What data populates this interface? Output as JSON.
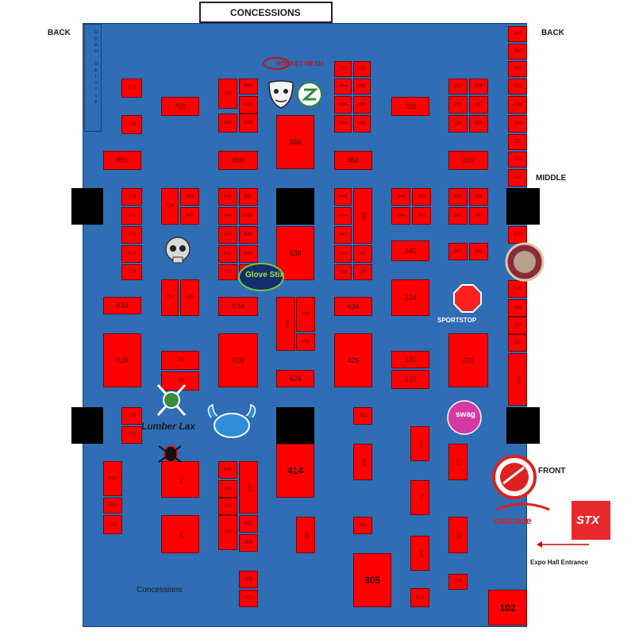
{
  "labels": {
    "concessions_top": "CONCESSIONS",
    "back_left": "BACK",
    "back_right": "BACK",
    "middle": "MIDDLE",
    "front": "FRONT",
    "entrance": "Expo Hall Entrance",
    "concessions_bottom": "Concessions",
    "service_strip": "Open Service"
  },
  "logos": {
    "rocket_mesh": "ROCKET MESH",
    "glove_stix": "Glove Stix",
    "sport_stop": "SPORTSTOP",
    "lumber_lax": "Lumber Lax",
    "cascade": "cascade",
    "stx": "STX",
    "swag": "swag"
  },
  "colors": {
    "floor": "#2f6db5",
    "booth": "#ff0000",
    "pillar": "#000000"
  },
  "booths": [
    {
      "id": "757",
      "n": "757"
    },
    {
      "id": "755",
      "n": "755"
    },
    {
      "id": "758",
      "n": "758"
    },
    {
      "id": "663",
      "n": "663"
    },
    {
      "id": "665",
      "n": "665"
    },
    {
      "id": "661",
      "n": "661"
    },
    {
      "id": "660",
      "n": "660"
    },
    {
      "id": "659",
      "n": "659"
    },
    {
      "id": "462",
      "n": "462"
    },
    {
      "id": "463",
      "n": "463"
    },
    {
      "id": "464",
      "n": "464"
    },
    {
      "id": "465",
      "n": "465"
    },
    {
      "id": "466",
      "n": "466"
    },
    {
      "id": "467",
      "n": "467"
    },
    {
      "id": "460",
      "n": "460"
    },
    {
      "id": "461",
      "n": "461"
    },
    {
      "id": "358",
      "n": "358"
    },
    {
      "id": "258",
      "n": "258"
    },
    {
      "id": "259",
      "n": "259"
    },
    {
      "id": "256",
      "n": "256"
    },
    {
      "id": "257",
      "n": "257"
    },
    {
      "id": "254",
      "n": "254"
    },
    {
      "id": "255",
      "n": "255"
    },
    {
      "id": "550",
      "n": "550"
    },
    {
      "id": "850",
      "n": "850"
    },
    {
      "id": "650",
      "n": "650"
    },
    {
      "id": "450",
      "n": "450"
    },
    {
      "id": "250",
      "n": "250"
    },
    {
      "id": "749",
      "n": "749"
    },
    {
      "id": "745",
      "n": "745"
    },
    {
      "id": "743",
      "n": "743"
    },
    {
      "id": "741",
      "n": "741"
    },
    {
      "id": "739",
      "n": "739"
    },
    {
      "id": "744",
      "n": "744"
    },
    {
      "id": "647",
      "n": "647"
    },
    {
      "id": "645",
      "n": "645"
    },
    {
      "id": "646",
      "n": "646"
    },
    {
      "id": "644",
      "n": "644"
    },
    {
      "id": "642",
      "n": "642"
    },
    {
      "id": "640",
      "n": "640"
    },
    {
      "id": "638",
      "n": "638"
    },
    {
      "id": "547",
      "n": "547"
    },
    {
      "id": "545",
      "n": "545"
    },
    {
      "id": "543",
      "n": "543"
    },
    {
      "id": "541",
      "n": "541"
    },
    {
      "id": "539",
      "n": "539"
    },
    {
      "id": "538",
      "n": "538"
    },
    {
      "id": "446",
      "n": "446"
    },
    {
      "id": "444",
      "n": "444"
    },
    {
      "id": "442",
      "n": "442"
    },
    {
      "id": "440",
      "n": "440"
    },
    {
      "id": "438",
      "n": "438"
    },
    {
      "id": "343",
      "n": "343"
    },
    {
      "id": "341",
      "n": "341"
    },
    {
      "id": "339",
      "n": "339"
    },
    {
      "id": "346",
      "n": "346"
    },
    {
      "id": "347",
      "n": "347"
    },
    {
      "id": "344",
      "n": "344"
    },
    {
      "id": "345",
      "n": "345"
    },
    {
      "id": "340",
      "n": "340"
    },
    {
      "id": "248",
      "n": "248"
    },
    {
      "id": "249",
      "n": "249"
    },
    {
      "id": "246",
      "n": "246"
    },
    {
      "id": "247",
      "n": "247"
    },
    {
      "id": "240",
      "n": "240"
    },
    {
      "id": "241",
      "n": "241"
    },
    {
      "id": "834",
      "n": "834"
    },
    {
      "id": "734",
      "n": "734"
    },
    {
      "id": "635",
      "n": "635"
    },
    {
      "id": "634",
      "n": "634"
    },
    {
      "id": "530",
      "n": "530"
    },
    {
      "id": "433",
      "n": "433"
    },
    {
      "id": "431",
      "n": "431"
    },
    {
      "id": "434",
      "n": "434"
    },
    {
      "id": "334",
      "n": "334"
    },
    {
      "id": "826",
      "n": "826"
    },
    {
      "id": "730",
      "n": "730"
    },
    {
      "id": "726",
      "n": "726"
    },
    {
      "id": "626",
      "n": "626"
    },
    {
      "id": "526",
      "n": "526"
    },
    {
      "id": "426",
      "n": "426"
    },
    {
      "id": "330",
      "n": "330"
    },
    {
      "id": "326",
      "n": "326"
    },
    {
      "id": "226",
      "n": "226"
    },
    {
      "id": "723",
      "n": "723"
    },
    {
      "id": "721",
      "n": "721"
    },
    {
      "id": "322",
      "n": "322"
    },
    {
      "id": "317",
      "n": "317"
    },
    {
      "id": "316",
      "n": "316"
    },
    {
      "id": "218",
      "n": "218"
    },
    {
      "id": "414",
      "n": "414"
    },
    {
      "id": "814",
      "n": "814"
    },
    {
      "id": "812",
      "n": "812"
    },
    {
      "id": "810",
      "n": "810"
    },
    {
      "id": "714",
      "n": "714"
    },
    {
      "id": "708",
      "n": "708"
    },
    {
      "id": "616",
      "n": "616"
    },
    {
      "id": "614",
      "n": "614"
    },
    {
      "id": "612",
      "n": "612"
    },
    {
      "id": "608",
      "n": "608"
    },
    {
      "id": "513",
      "n": "513"
    },
    {
      "id": "511",
      "n": "511"
    },
    {
      "id": "509",
      "n": "509"
    },
    {
      "id": "403",
      "n": "403"
    },
    {
      "id": "311",
      "n": "311"
    },
    {
      "id": "312",
      "n": "312"
    },
    {
      "id": "305",
      "n": "305"
    },
    {
      "id": "305b",
      "n": "305"
    },
    {
      "id": "303",
      "n": "303"
    },
    {
      "id": "208",
      "n": "208"
    },
    {
      "id": "205",
      "n": "205"
    },
    {
      "id": "204",
      "n": "204"
    },
    {
      "id": "203",
      "n": "203"
    },
    {
      "id": "102",
      "n": "102"
    },
    {
      "id": "r260",
      "n": "260"
    },
    {
      "id": "r262",
      "n": "262"
    },
    {
      "id": "r260b",
      "n": "260"
    },
    {
      "id": "r258",
      "n": "258"
    },
    {
      "id": "r256",
      "n": "256"
    },
    {
      "id": "r254",
      "n": "254"
    },
    {
      "id": "r252",
      "n": "252"
    },
    {
      "id": "r250",
      "n": "250"
    },
    {
      "id": "r248",
      "n": "248"
    },
    {
      "id": "r240",
      "n": "240"
    },
    {
      "id": "r238",
      "n": "238"
    },
    {
      "id": "r236",
      "n": "236"
    },
    {
      "id": "r232",
      "n": "232"
    },
    {
      "id": "r230",
      "n": "230"
    },
    {
      "id": "r224",
      "n": "224"
    }
  ]
}
